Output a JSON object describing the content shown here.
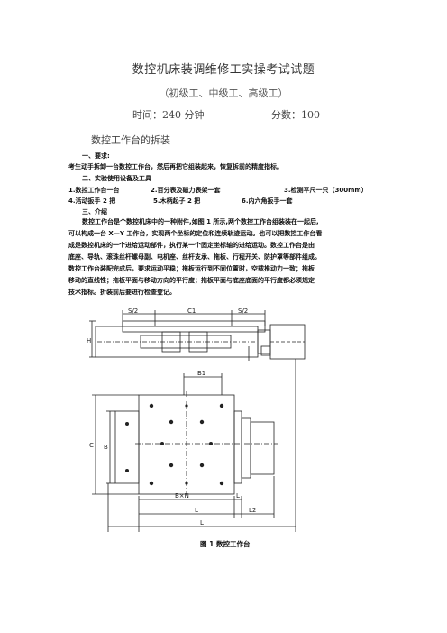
{
  "doc": {
    "title": "数控机床装调维修工实操考试试题",
    "subtitle": "（初级工、中级工、高级工）",
    "time": "时间：240 分钟",
    "score": "分数：100",
    "section_title": "数控工作台的拆装",
    "req_heading": "一、要求:",
    "req_text": "考生动手拆卸一台数控工作台，然后再把它组装起来，恢复拆前的精度指标。",
    "tools_heading": "二、实验使用设备及工具",
    "tools_row1": [
      "1.数控工作台一台",
      "2.百分表及磁力表架一套",
      "3.检测平尺一只（300mm）"
    ],
    "tools_row2": [
      "4.活动扳手 2 把",
      "5.木柄起子 2 把",
      "6.内六角扳手一套"
    ],
    "intro_heading": "三、介绍",
    "intro_lines": [
      "数控工作台是个数控机床中的一种附件,如图 1 所示,两个数控工作台组装装在一起后,",
      "可以构成一台 X—Y 工作台，实现两个坐标的定位和连续轨迹运动。也可以把数控工作台看",
      "成是数控机床的一个进给运动部件，执行某一个固定坐标轴的进给运动。数控工作台是由",
      "底座、导轨、滚珠丝杆螺母副、电机座、丝杆支承、拖板、行程开关、防护罩等部件组成。",
      "数控工作台装配完成后，要求运动平稳；拖板运行到不同位置时，空载推动力一致；拖板",
      "移动的直线性；拖板平面与移动方向的平行度；拖板平面与底座底面的平行度都必须规定",
      "技术指标。折装前后要进行检查登记。"
    ],
    "figure_labels": {
      "s_half": "S/2",
      "c1": "C1",
      "h": "H",
      "b1": "B1",
      "c": "C",
      "b": "B",
      "bxn": "B×N",
      "l": "L",
      "l2": "L2"
    },
    "caption": "图 1    数控工作台"
  }
}
